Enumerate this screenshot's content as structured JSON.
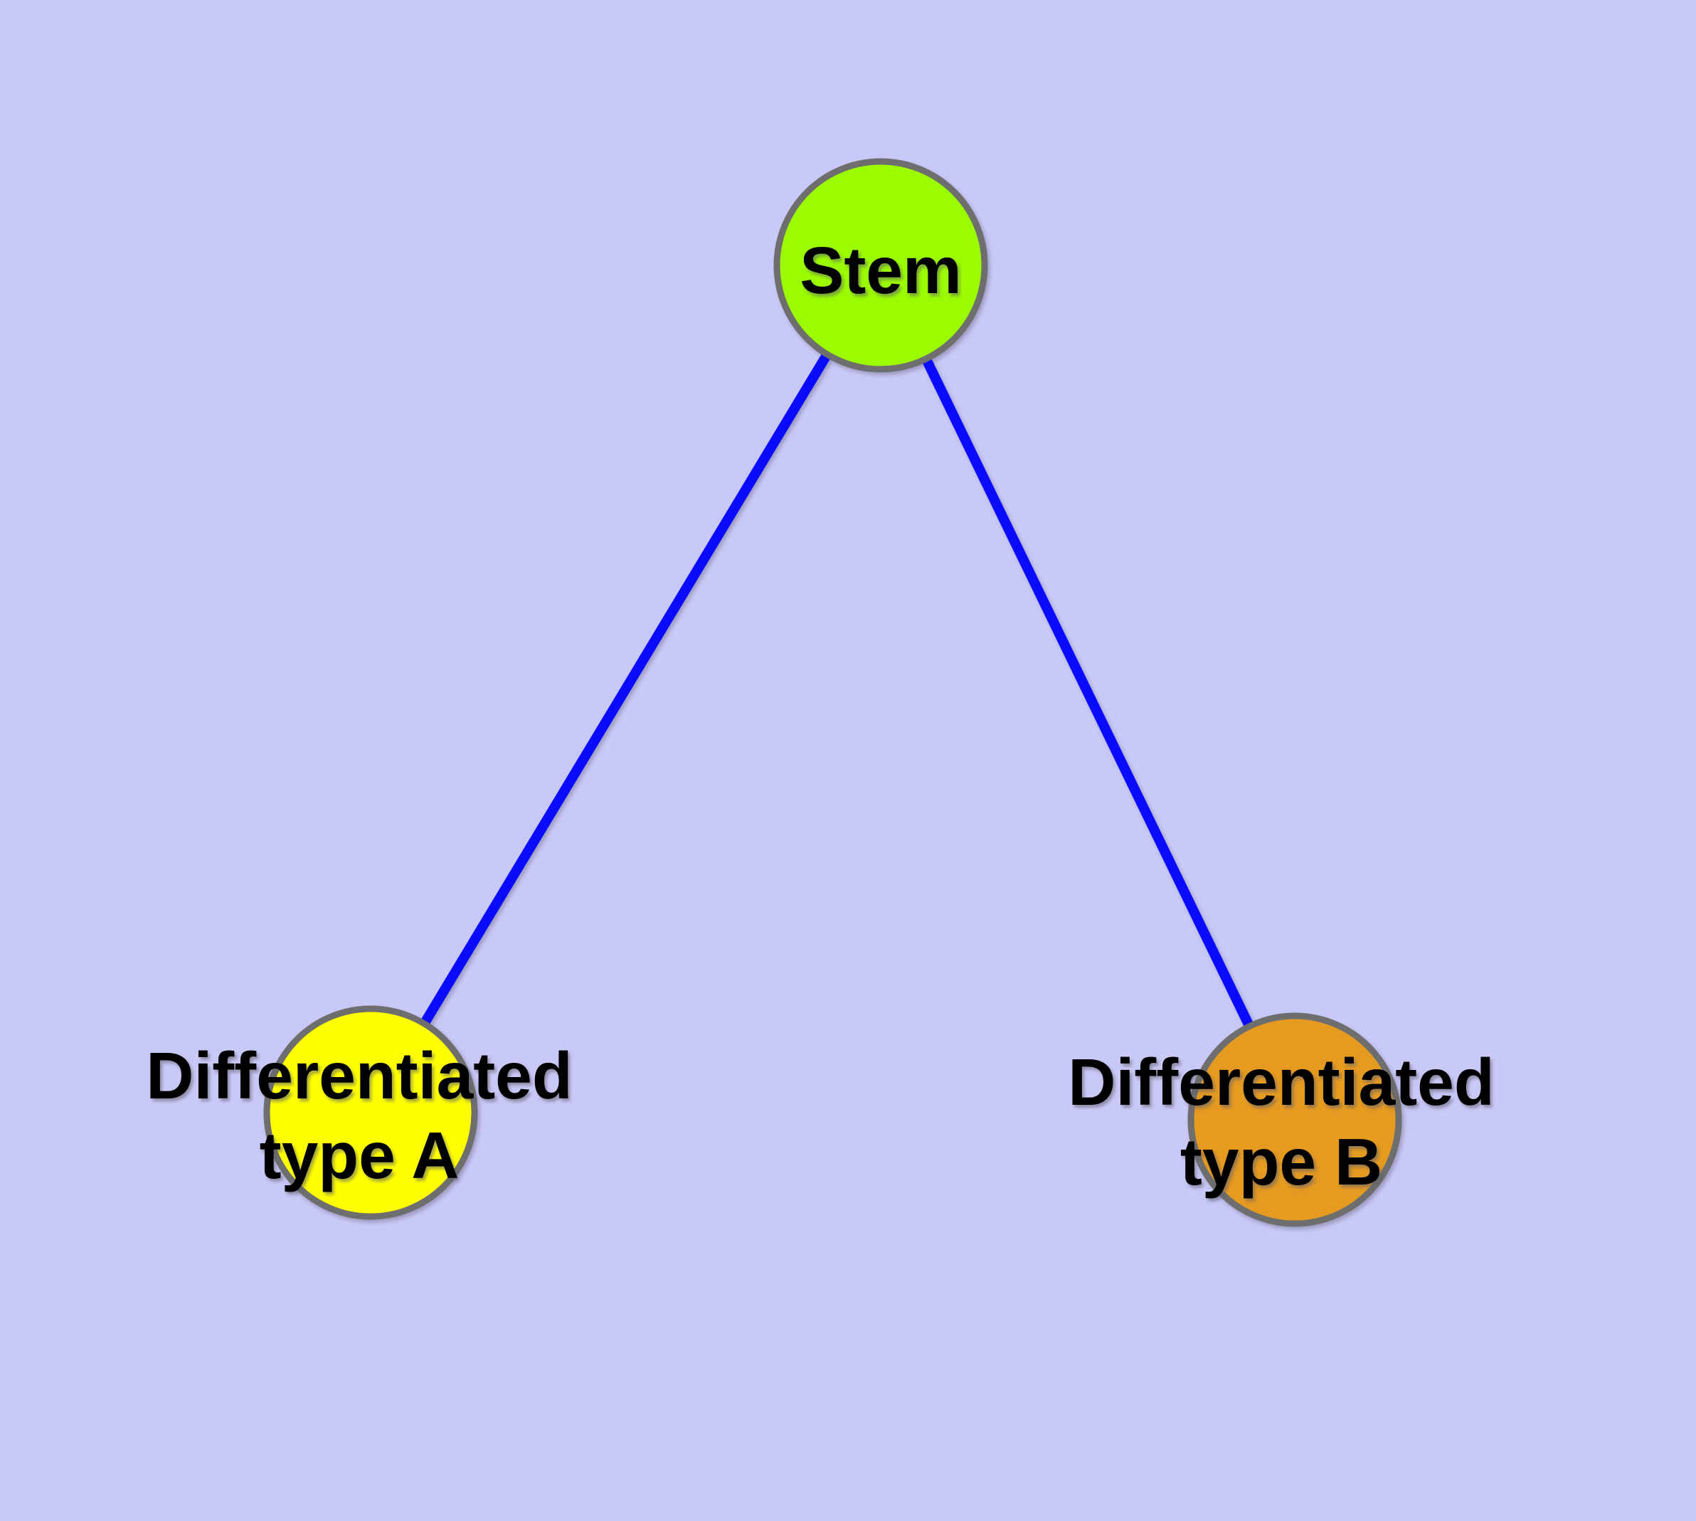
{
  "diagram": {
    "type": "node-link-graph",
    "background_color": "#C9C9F7",
    "edge_color": "#0A0AFF",
    "node_border_color": "#6E6E6E",
    "text_color": "#000000",
    "nodes": {
      "stem": {
        "label": "Stem",
        "fill": "#9BFB00"
      },
      "type_a": {
        "label": "Differentiated type A",
        "label_line1": "Differentiated",
        "label_line2": "type A",
        "fill": "#FFFF00"
      },
      "type_b": {
        "label": "Differentiated type B",
        "label_line1": "Differentiated",
        "label_line2": "type B",
        "fill": "#E59A20"
      }
    },
    "edges": [
      {
        "from": "Stem",
        "to": "Differentiated type A"
      },
      {
        "from": "Stem",
        "to": "Differentiated type B"
      }
    ]
  }
}
